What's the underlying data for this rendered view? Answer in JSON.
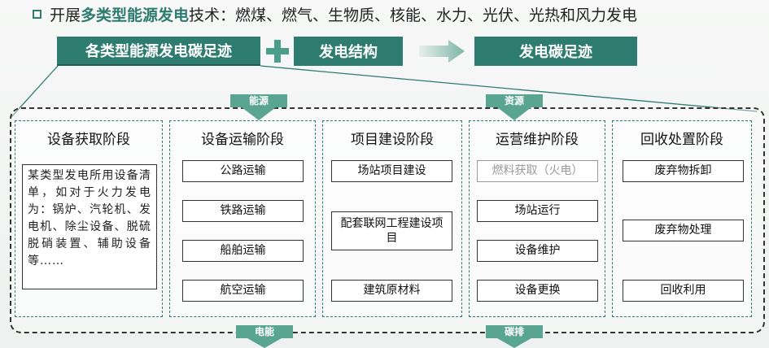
{
  "header": {
    "prefix": "开展",
    "highlight": "多类型能源发电",
    "suffix": "技术：燃煤、燃气、生物质、核能、水力、光伏、光热和风力发电"
  },
  "topbar": {
    "left": "各类型能源发电碳足迹",
    "middle": "发电结构",
    "right": "发电碳足迹"
  },
  "flows": {
    "energy_in": "能源",
    "resource_in": "资源",
    "power_out": "电能",
    "carbon_out": "碳排"
  },
  "stages": [
    {
      "title": "设备获取阶段",
      "description": "某类型发电所用设备清单，如对于火力发电为：锅炉、汽轮机、发电机、除尘设备、脱硫脱硝装置、辅助设备等……"
    },
    {
      "title": "设备运输阶段",
      "items": [
        "公路运输",
        "铁路运输",
        "船舶运输",
        "航空运输"
      ]
    },
    {
      "title": "项目建设阶段",
      "items": [
        "场站项目建设",
        "配套联网工程建设项目",
        "建筑原材料"
      ]
    },
    {
      "title": "运营维护阶段",
      "items": [
        "燃料获取（火电）",
        "场站运行",
        "设备维护",
        "设备更换"
      ]
    },
    {
      "title": "回收处置阶段",
      "items": [
        "废弃物拆卸",
        "废弃物处理",
        "回收利用"
      ]
    }
  ],
  "colors": {
    "accent": "#2e7b70",
    "arrow": "#5aa592",
    "disabled_text": "#9a9a9a"
  }
}
